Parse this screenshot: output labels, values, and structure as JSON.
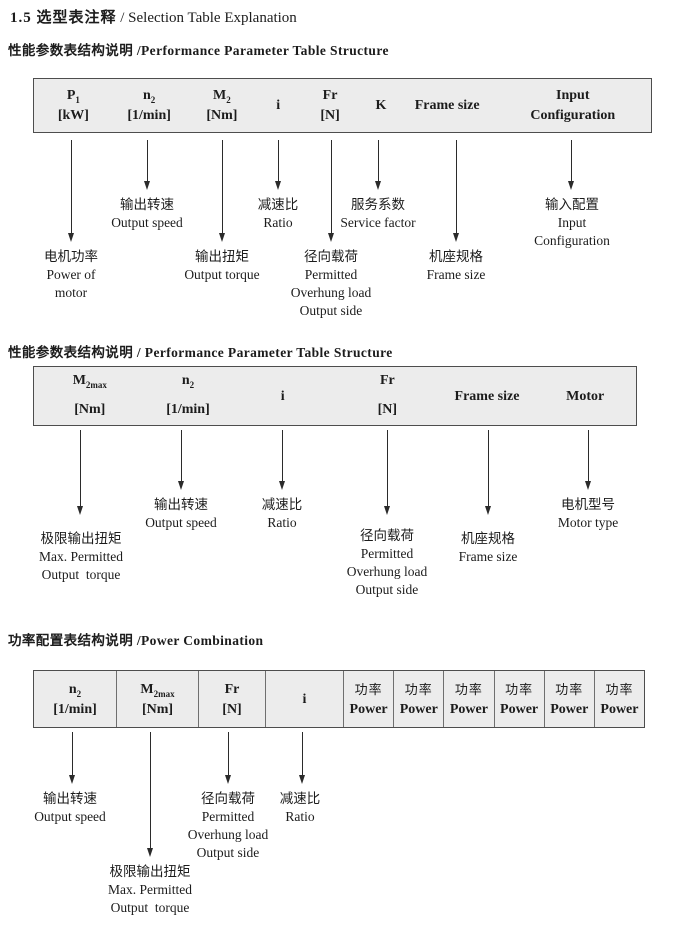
{
  "page": {
    "title_cn": "1.5 选型表注释",
    "title_en": " / Selection Table Explanation"
  },
  "colors": {
    "table_bg": "#ececec",
    "table_border": "#4d4d4d",
    "text": "#1c1c1c"
  },
  "section1": {
    "heading": "性能参数表结构说明 /Performance Parameter Table Structure",
    "table": {
      "columns": [
        {
          "sym": "P",
          "sub": "1",
          "unit": "[kW]"
        },
        {
          "sym": "n",
          "sub": "2",
          "unit": "[1/min]"
        },
        {
          "sym": "M",
          "sub": "2",
          "unit": "[Nm]"
        },
        {
          "sym": "i"
        },
        {
          "sym": "Fr",
          "unit": "[N]"
        },
        {
          "sym": "K"
        },
        {
          "sym": "Frame size"
        },
        {
          "sym": "Input",
          "unit": "Configuration"
        }
      ]
    },
    "labels": [
      {
        "lines": [
          "输出转速",
          "Output speed"
        ]
      },
      {
        "lines": [
          "减速比",
          "Ratio"
        ]
      },
      {
        "lines": [
          "服务系数",
          "Service factor"
        ]
      },
      {
        "lines": [
          "输入配置",
          "Input",
          "Configuration"
        ]
      },
      {
        "lines": [
          "电机功率",
          "Power of",
          "motor"
        ]
      },
      {
        "lines": [
          "输出扭矩",
          "Output torque"
        ]
      },
      {
        "lines": [
          "径向载荷",
          "Permitted",
          "Overhung load",
          "Output side"
        ]
      },
      {
        "lines": [
          "机座规格",
          "Frame size"
        ]
      }
    ]
  },
  "section2": {
    "heading": "性能参数表结构说明 / Performance Parameter Table Structure",
    "table": {
      "columns": [
        {
          "sym": "M",
          "sub": "2max",
          "unit": "[Nm]"
        },
        {
          "sym": "n",
          "sub": "2",
          "unit": "[1/min]"
        },
        {
          "sym": "i"
        },
        {
          "sym": "Fr",
          "unit": "[N]"
        },
        {
          "sym": "Frame size"
        },
        {
          "sym": "Motor"
        }
      ]
    },
    "labels": [
      {
        "lines": [
          "输出转速",
          "Output speed"
        ]
      },
      {
        "lines": [
          "减速比",
          "Ratio"
        ]
      },
      {
        "lines": [
          "电机型号",
          "Motor type"
        ]
      },
      {
        "lines": [
          "极限输出扭矩",
          "Max. Permitted",
          "Output  torque"
        ]
      },
      {
        "lines": [
          "径向载荷",
          "Permitted",
          "Overhung load",
          "Output side"
        ]
      },
      {
        "lines": [
          "机座规格",
          "Frame size"
        ]
      }
    ]
  },
  "section3": {
    "heading": "功率配置表结构说明 /Power Combination",
    "table": {
      "columns": [
        {
          "sym": "n",
          "sub": "2",
          "unit": "[1/min]"
        },
        {
          "sym": "M",
          "sub": "2max",
          "unit": "[Nm]"
        },
        {
          "sym": "Fr",
          "unit": "[N]"
        },
        {
          "sym": "i"
        }
      ],
      "power_cn": "功率",
      "power_en": "Power",
      "power_count": 6
    },
    "labels": [
      {
        "lines": [
          "输出转速",
          "Output speed"
        ]
      },
      {
        "lines": [
          "径向载荷",
          "Permitted",
          "Overhung load",
          "Output side"
        ]
      },
      {
        "lines": [
          "减速比",
          "Ratio"
        ]
      },
      {
        "lines": [
          "极限输出扭矩",
          "Max. Permitted",
          "Output  torque"
        ]
      }
    ]
  }
}
